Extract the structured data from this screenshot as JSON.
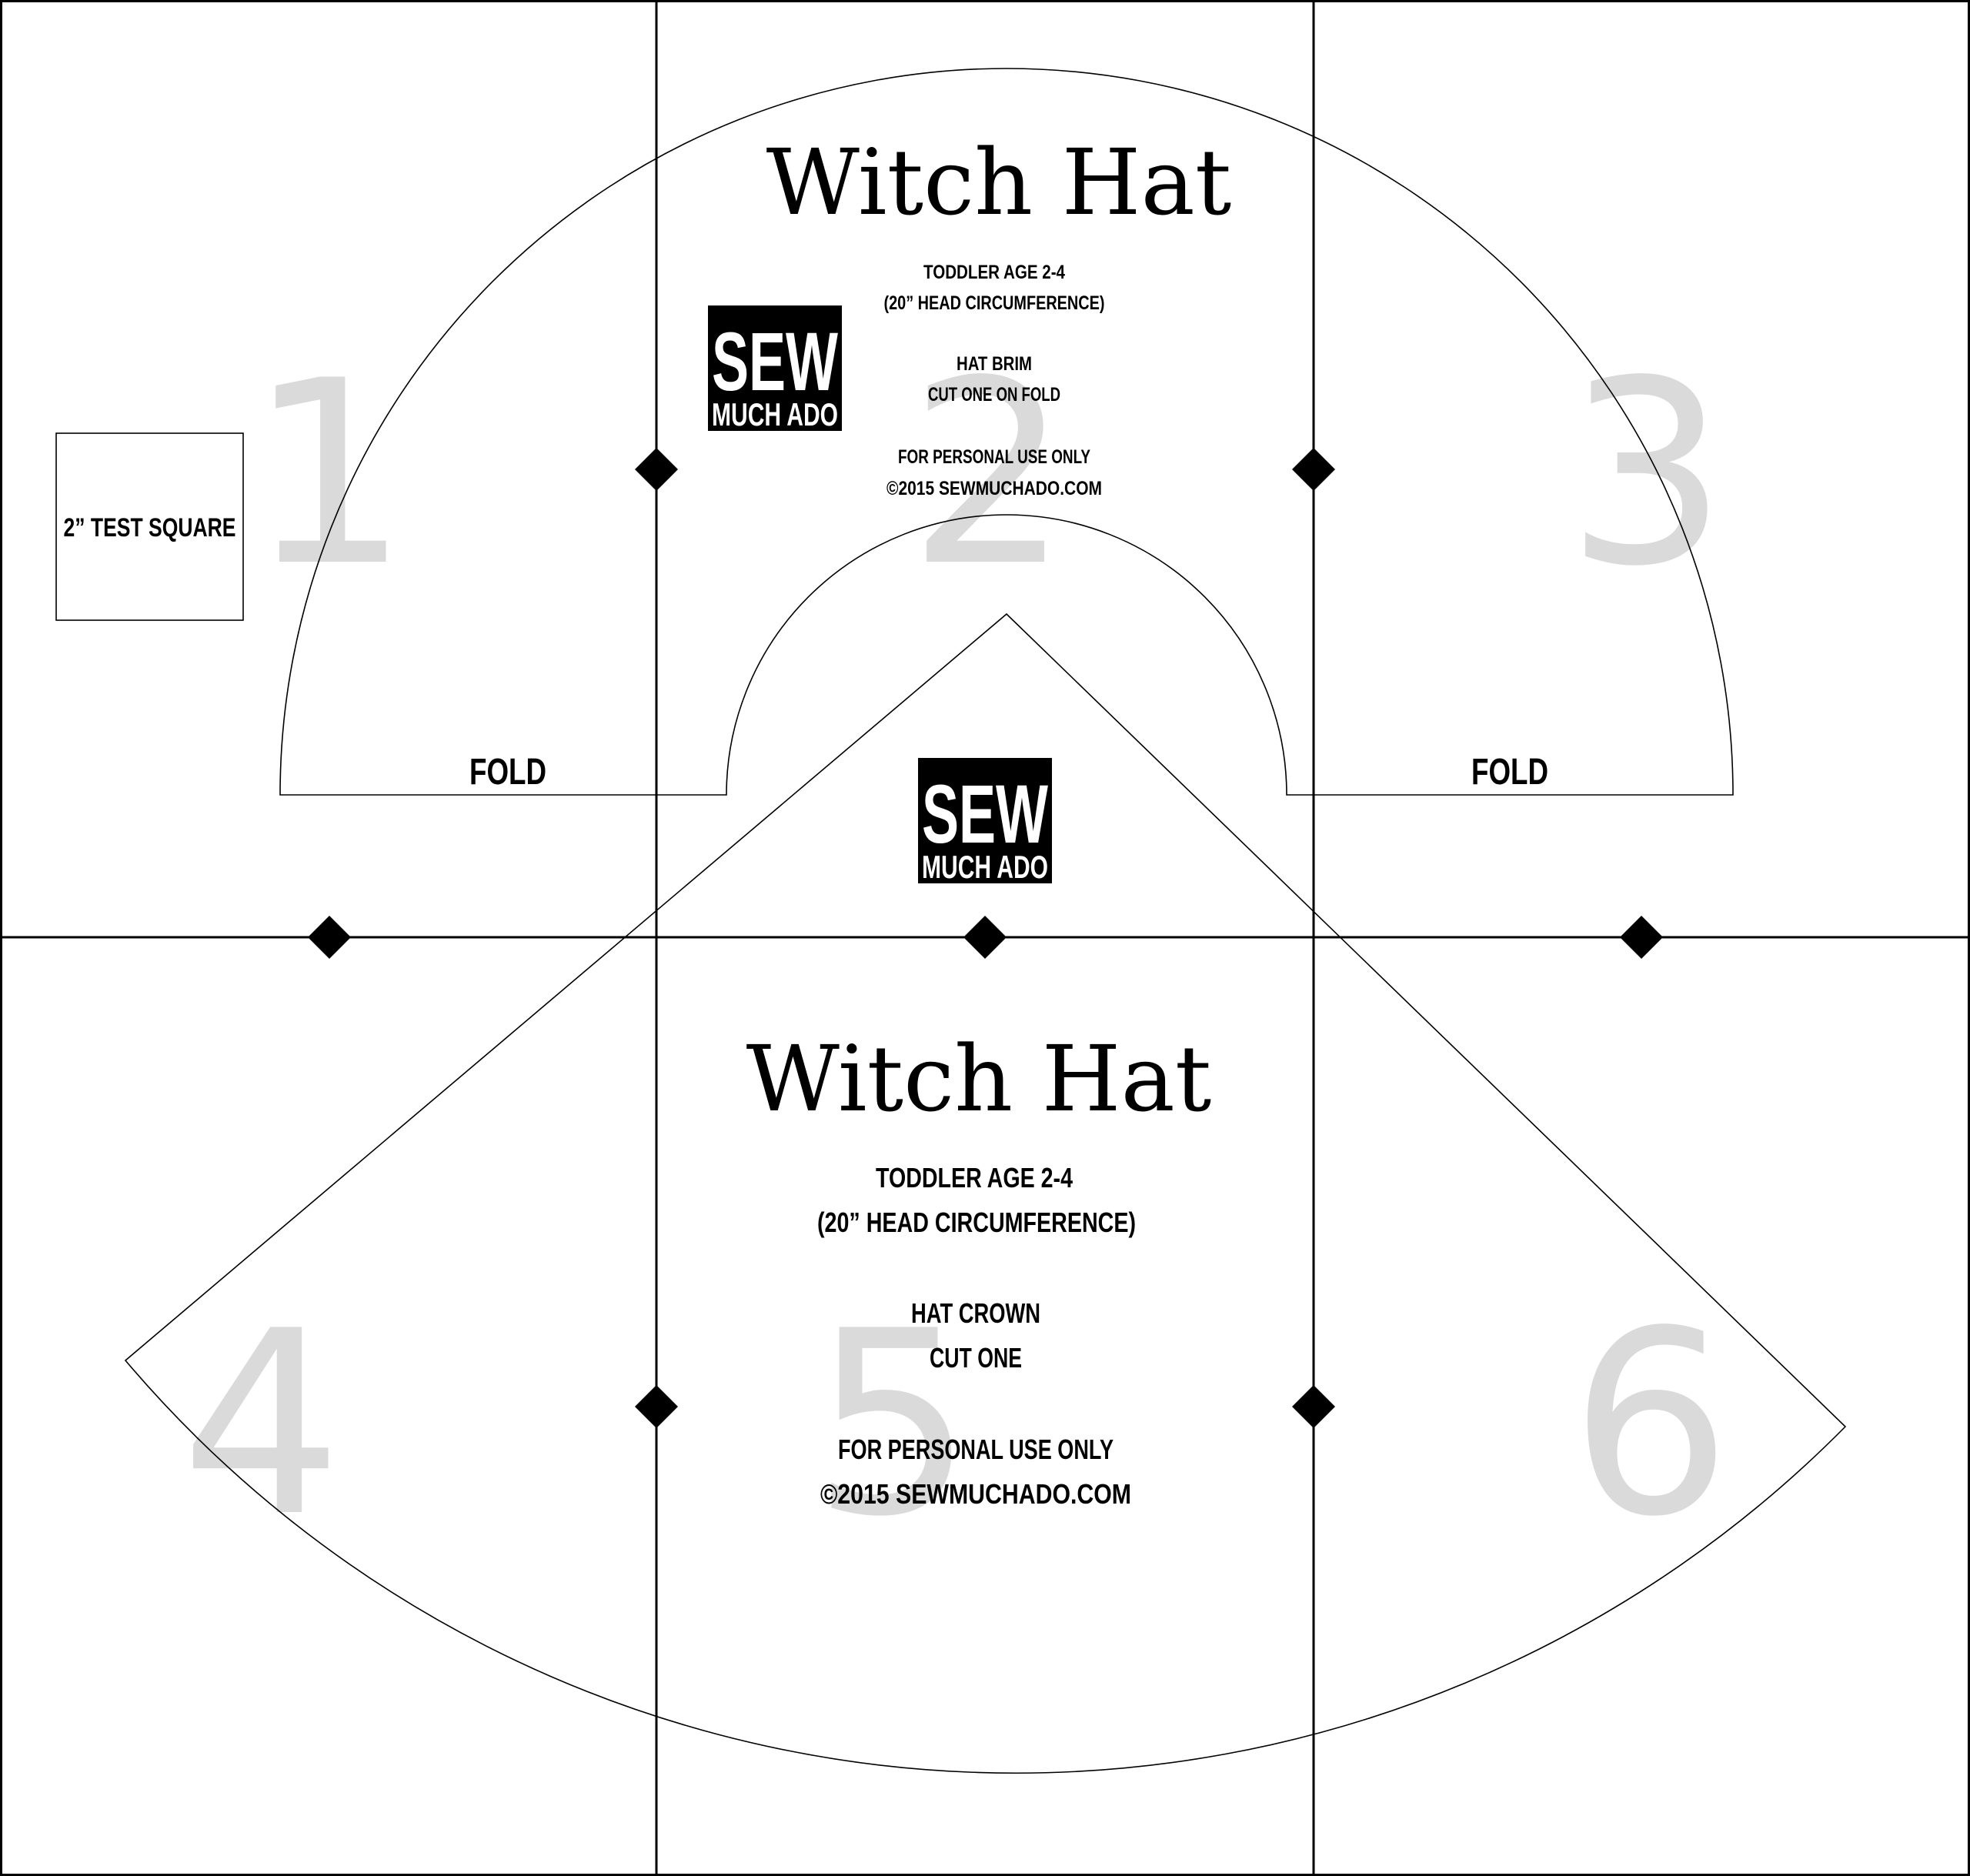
{
  "page_numbers": [
    "1",
    "2",
    "3",
    "4",
    "5",
    "6"
  ],
  "test_square": {
    "label": "2” TEST SQUARE"
  },
  "brim": {
    "title": "Witch Hat",
    "size_line1": "TODDLER AGE 2-4",
    "size_line2": "(20” HEAD CIRCUMFERENCE)",
    "piece_line1": "HAT BRIM",
    "piece_line2": "CUT ONE ON FOLD",
    "rights_line1": "FOR PERSONAL USE ONLY",
    "rights_line2": "©2015 SEWMUCHADO.COM",
    "fold_left": "FOLD",
    "fold_right": "FOLD"
  },
  "crown": {
    "title": "Witch Hat",
    "size_line1": "TODDLER AGE 2-4",
    "size_line2": "(20” HEAD CIRCUMFERENCE)",
    "piece_line1": "HAT CROWN",
    "piece_line2": "CUT ONE",
    "rights_line1": "FOR PERSONAL USE ONLY",
    "rights_line2": "©2015 SEWMUCHADO.COM"
  },
  "logo": {
    "line1": "SEW",
    "line2": "MUCH ADO"
  },
  "colors": {
    "ink": "#000000",
    "page_number": "#dadada",
    "paper": "#ffffff"
  }
}
